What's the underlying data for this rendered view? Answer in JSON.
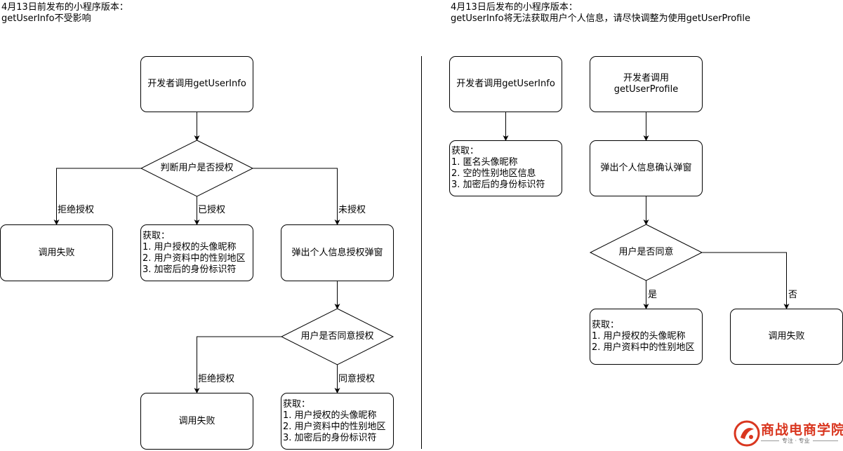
{
  "left_panel": {
    "header_line1": "4月13日前发布的小程序版本：",
    "header_line2": "getUserInfo不受影响",
    "start_box": "开发者调用getUserInfo",
    "decision_auth": "判断用户是否授权",
    "edge_refuse": "拒绝授权",
    "edge_authorized": "已授权",
    "edge_unauthorized": "未授权",
    "fail_box": "调用失败",
    "authorized_result": {
      "title": "获取：",
      "items": [
        "1. 用户授权的头像昵称",
        "2. 用户资料中的性别地区",
        "3. 加密后的身份标识符"
      ]
    },
    "popup_box": "弹出个人信息授权弹窗",
    "decision_agree": "用户是否同意授权",
    "edge_refuse2": "拒绝授权",
    "edge_agree": "同意授权",
    "fail_box2": "调用失败",
    "agree_result": {
      "title": "获取：",
      "items": [
        "1. 用户授权的头像昵称",
        "2. 用户资料中的性别地区",
        "3. 加密后的身份标识符"
      ]
    }
  },
  "right_panel": {
    "header_line1": "4月13日后发布的小程序版本：",
    "header_line2": "getUserInfo将无法获取用户个人信息，请尽快调整为使用getUserProfile",
    "userinfo_box": "开发者调用getUserInfo",
    "userinfo_result": {
      "title": "获取：",
      "items": [
        "1. 匿名头像昵称",
        "2. 空的性别地区信息",
        "3. 加密后的身份标识符"
      ]
    },
    "profile_box_line1": "开发者调用",
    "profile_box_line2": "getUserProfile",
    "confirm_popup": "弹出个人信息确认弹窗",
    "decision_agree": "用户是否同意",
    "edge_yes": "是",
    "edge_no": "否",
    "yes_result": {
      "title": "获取：",
      "items": [
        "1. 用户授权的头像昵称",
        "2. 用户资料中的性别地区"
      ]
    },
    "fail_box": "调用失败"
  },
  "logo": {
    "name": "商战电商学院",
    "slogan": "专注 · 专业",
    "color": "#d9361f"
  }
}
